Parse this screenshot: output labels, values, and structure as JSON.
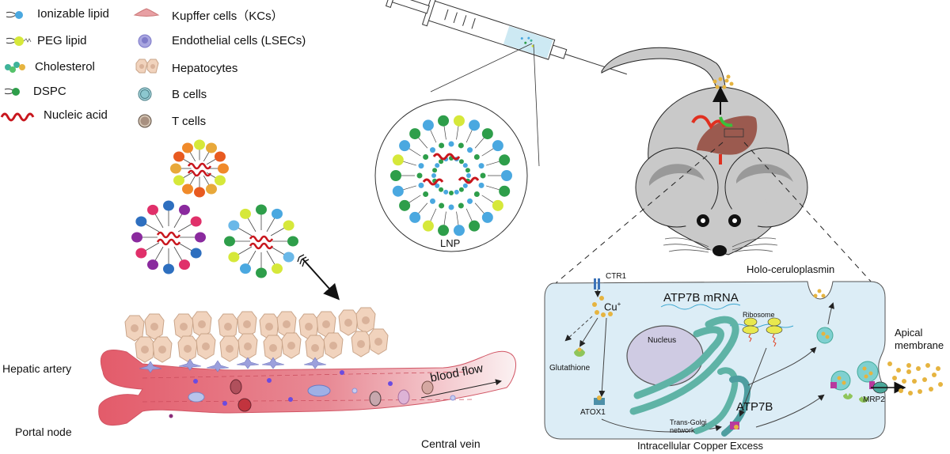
{
  "legend": {
    "left": [
      {
        "icon": "ionizable-lipid-icon",
        "label": "Ionizable lipid",
        "color": "#4aa8e0"
      },
      {
        "icon": "peg-lipid-icon",
        "label": "PEG lipid",
        "color": "#d6e83a"
      },
      {
        "icon": "cholesterol-icon",
        "label": "Cholesterol",
        "color": "#3fb39a"
      },
      {
        "icon": "dspc-icon",
        "label": "DSPC",
        "color": "#2e9e4a"
      },
      {
        "icon": "nucleic-acid-icon",
        "label": "Nucleic acid",
        "color": "#c8161d"
      }
    ],
    "right": [
      {
        "icon": "kupffer-cell-icon",
        "label": "Kupffer cells（KCs）",
        "color": "#e8a0a4"
      },
      {
        "icon": "endothelial-cell-icon",
        "label": "Endothelial cells (LSECs)",
        "color": "#a9a6e0"
      },
      {
        "icon": "hepatocyte-icon",
        "label": "Hepatocytes",
        "color": "#f1d3bd"
      },
      {
        "icon": "b-cell-icon",
        "label": "B cells",
        "color": "#8cc7cf"
      },
      {
        "icon": "t-cell-icon",
        "label": "T cells",
        "color": "#a89080"
      }
    ]
  },
  "lnp": {
    "label": "LNP"
  },
  "sinusoid": {
    "hepatic_artery": "Hepatic artery",
    "portal_node": "Portal node",
    "central_vein": "Central vein",
    "blood_flow": "blood flow"
  },
  "cell": {
    "ctr1": "CTR1",
    "cu": "Cu",
    "cu_sup": "+",
    "glutathione": "Glutathione",
    "atox1": "ATOX1",
    "mrna": "ATP7B mRNA",
    "ribosome": "Ribosome",
    "nucleus": "Nucleus",
    "tgn_line1": "Trans-Golgi",
    "tgn_line2": "network",
    "atp7b": "ATP7B",
    "holo": "Holo-ceruloplasmin",
    "apical_line1": "Apical",
    "apical_line2": "membrane",
    "mrp2": "MRP2",
    "caption": "Intracellular Copper Excess"
  },
  "colors": {
    "cytoplasm": "#dcedf6",
    "golgi": "#5fb3a6",
    "nucleus": "#cfcbe3",
    "copper": "#e6b440",
    "blood": "#e5606f",
    "mouse": "#c9c9c9",
    "liver": "#9b5a4f"
  }
}
